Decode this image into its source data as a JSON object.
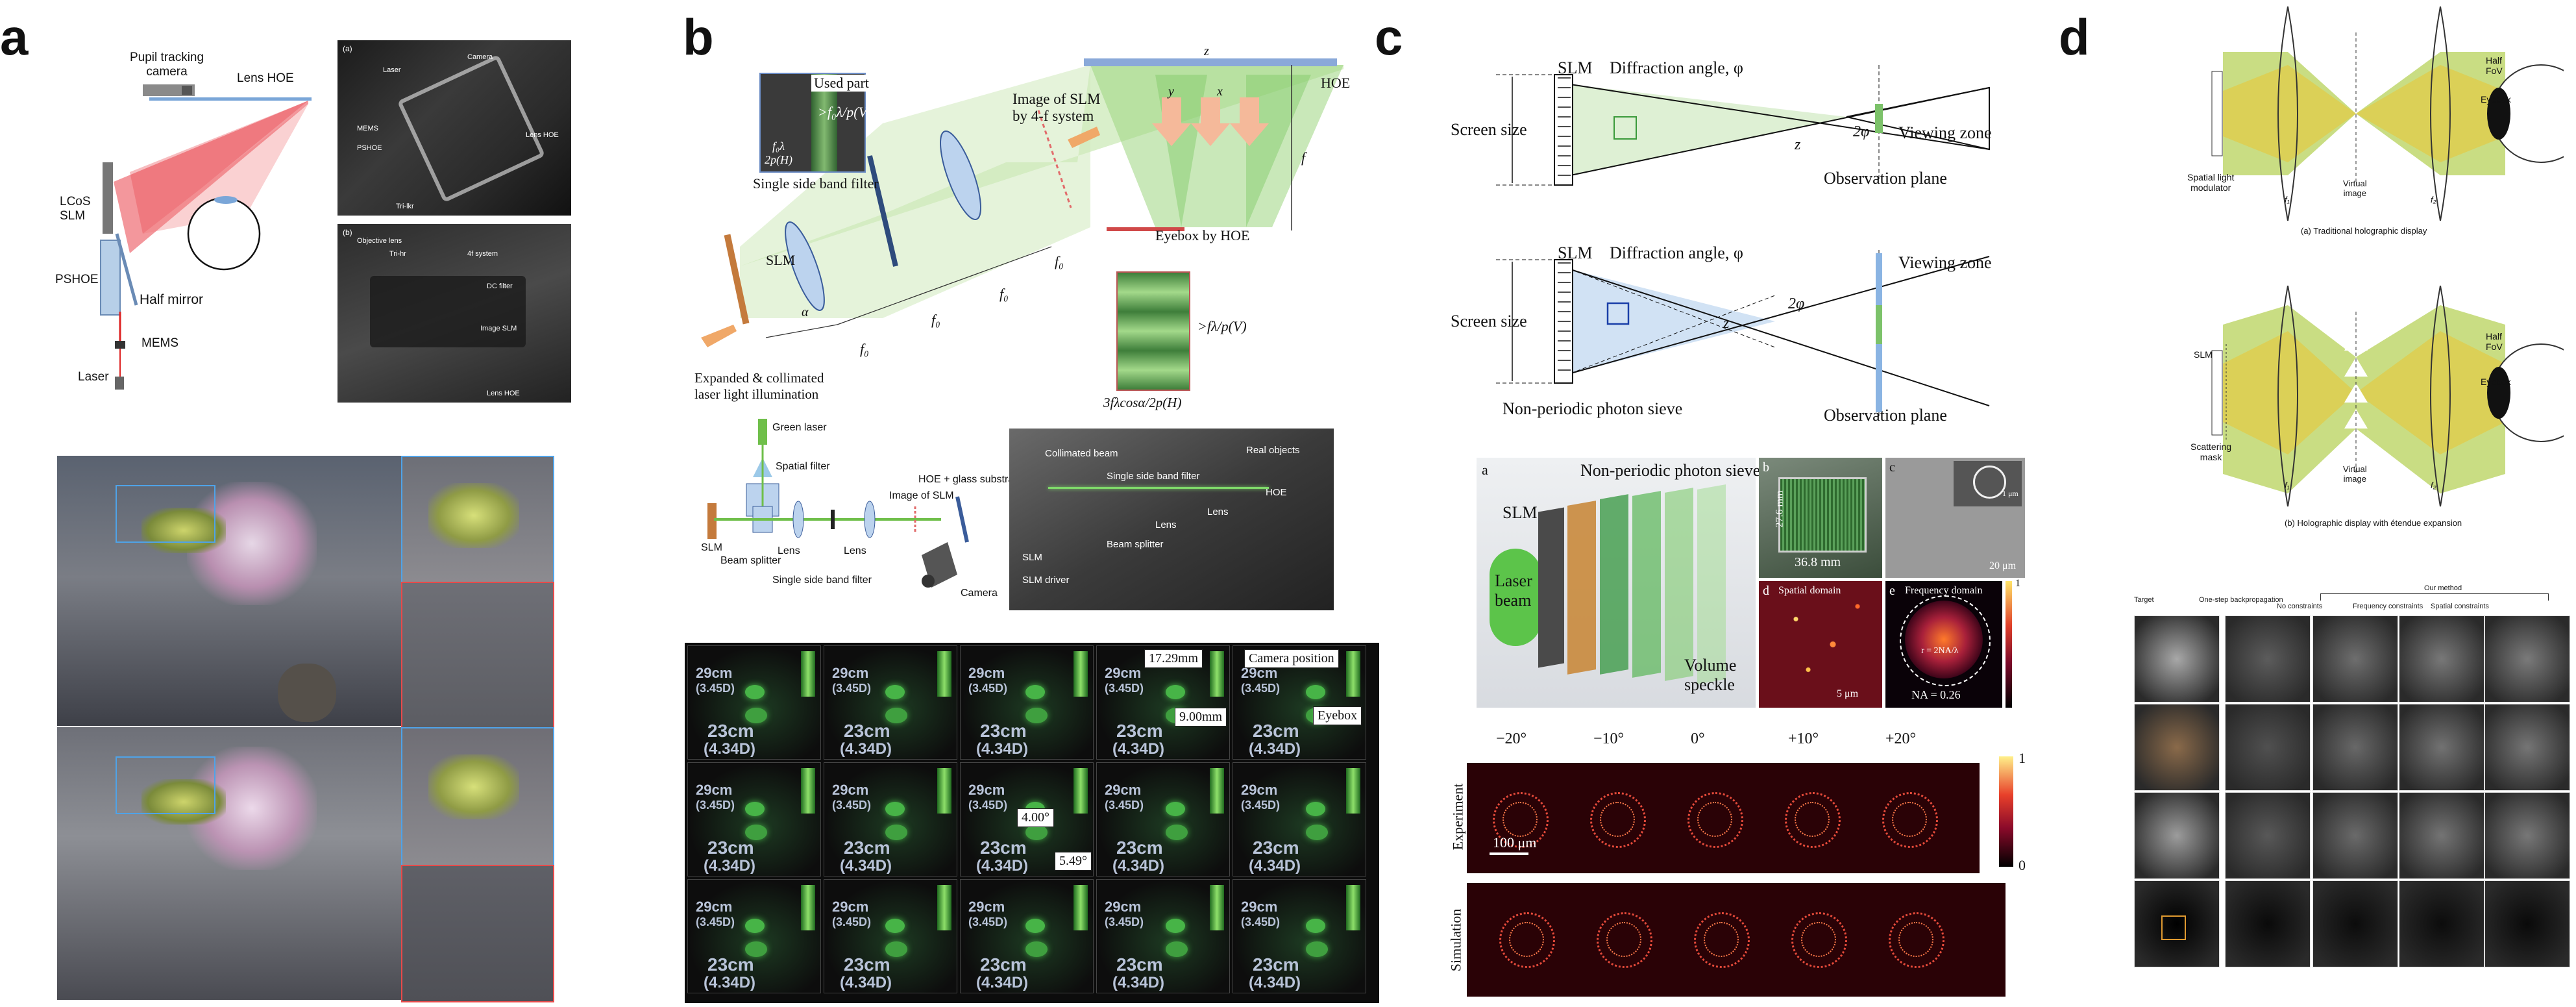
{
  "panels": {
    "a": "a",
    "b": "b",
    "c": "c",
    "d": "d"
  },
  "a": {
    "labels": {
      "pupil_camera": "Pupil tracking\ncamera",
      "lens_hoe": "Lens HOE",
      "lcos": "LCoS\nSLM",
      "pshoe": "PSHOE",
      "half_mirror": "Half mirror",
      "mems": "MEMS",
      "laser": "Laser"
    },
    "photo_top_tag": "(a)",
    "photo_bottom_tag": "(b)",
    "photo_top_labels": [
      "Laser",
      "Camera",
      "MEMS",
      "Lens HOE",
      "PSHOE",
      "Tri-lkr"
    ],
    "photo_bottom_labels": [
      "Objective lens",
      "4f system",
      "Tri-hr",
      "DC filter",
      "Image SLM",
      "Lens HOE"
    ]
  },
  "b": {
    "labels": {
      "used_part": "Used part",
      "used_formula": ">f₀λ/p(V)",
      "filter_formula": "f₀λ\n2p(H)",
      "ssb_filter": "Single side band filter",
      "image_slm": "Image of SLM\nby 4-f system",
      "hoe": "HOE",
      "z_hoe": "z",
      "y_hoe": "y",
      "x_hoe": "x",
      "slm": "SLM",
      "expanded": "Expanded & collimated\nlaser light illumination",
      "f0": "f₀",
      "f": "f",
      "eyebox": "Eyebox by HOE",
      "eyebox_formula": ">fλ/p(V)",
      "bottom_formula": "3fλcosα/2p(H)",
      "alpha": "α"
    },
    "setup": {
      "green_laser": "Green laser",
      "spatial_filter": "Spatial filter",
      "slm": "SLM",
      "beam_splitter": "Beam splitter",
      "lens1": "Lens",
      "lens2": "Lens",
      "ssb": "Single side band filter",
      "image_slm": "Image of SLM",
      "hoe_glass": "HOE + glass substrate",
      "camera": "Camera"
    },
    "photo_labels": [
      "Collimated beam",
      "Single side band filter",
      "Real objects",
      "HOE",
      "Lens",
      "Lens",
      "SLM",
      "Beam splitter",
      "SLM driver"
    ],
    "grid": {
      "far": "29cm",
      "far_d": "(3.45D)",
      "near": "23cm",
      "near_d": "(4.34D)",
      "ann_1": "17.29mm",
      "ann_2": "9.00mm",
      "ann_3": "Camera position",
      "ann_4": "Eyebox",
      "ann_5": "4.00°",
      "ann_6": "5.49°"
    }
  },
  "c": {
    "top": {
      "slm": "SLM",
      "diff_angle": "Diffraction angle, φ",
      "screen_size": "Screen size",
      "viewing_zone": "Viewing zone",
      "observation": "Observation plane",
      "z1": "z",
      "two_phi": "2φ"
    },
    "mid": {
      "slm": "SLM",
      "diff_angle": "Diffraction angle, φ",
      "screen_size": "Screen size",
      "viewing_zone": "Viewing zone",
      "observation": "Observation plane",
      "sieve": "Non-periodic photon sieve",
      "z2": "z",
      "two_phi": "2φ"
    },
    "render": {
      "a": "a",
      "slm": "SLM",
      "laser": "Laser\nbeam",
      "sieve": "Non-periodic photon sieve",
      "speckle": "Volume\nspeckle",
      "b": "b",
      "b_dim1": "36.8 mm",
      "b_dim2": "27.6 mm",
      "c": "c",
      "c_scale": "20 μm",
      "c_inset": "1 μm",
      "d": "d",
      "d_label": "Spatial domain",
      "d_scale": "5 μm",
      "e": "e",
      "e_label": "Frequency domain",
      "e_na": "NA = 0.26",
      "e_r": "r = 2NA/λ",
      "cbar_max": "1"
    },
    "angles": [
      "−20°",
      "−10°",
      "0°",
      "+10°",
      "+20°"
    ],
    "experiment": "Experiment",
    "simulation": "Simulation",
    "scale": "100 μm",
    "cbar_top": "1",
    "cbar_bottom": "0"
  },
  "d": {
    "top_labels": {
      "slm": "Spatial light\nmodulator",
      "half_fov": "Half\nFoV",
      "eyebox": "Eyebox",
      "virtual": "Virtual\nimage",
      "f1": "f₁",
      "f2": "f₂",
      "caption": "(a) Traditional holographic display"
    },
    "mid_labels": {
      "slm": "SLM",
      "mask": "Scattering\nmask",
      "half_fov": "Half\nFoV",
      "eyebox": "Eyebox",
      "virtual": "Virtual\nimage",
      "f1": "f₁",
      "f2": "f₂",
      "caption": "(b) Holographic display with étendue expansion"
    },
    "grid_headers": [
      "Target",
      "One-step backpropagation",
      "No constraints",
      "Frequency constraints",
      "Spatial constraints"
    ],
    "grid_group": "Our method"
  }
}
